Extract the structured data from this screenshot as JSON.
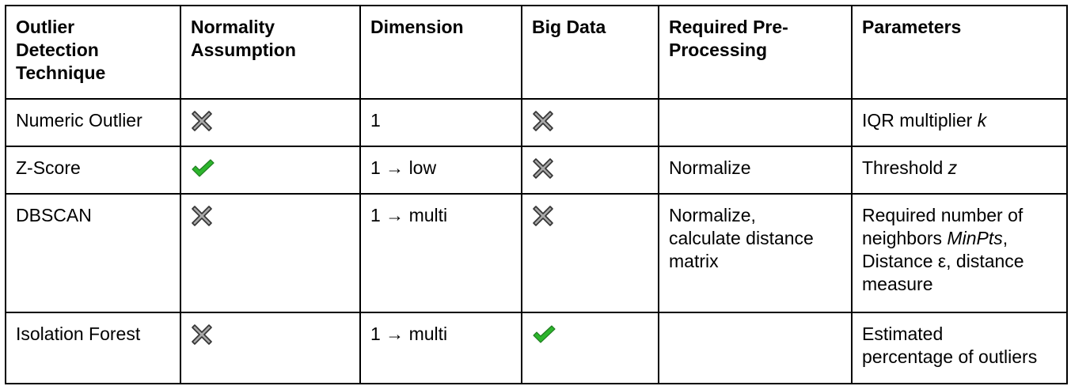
{
  "headers": [
    "Outlier Detection Technique",
    "Normality Assumption",
    "Dimension",
    "Big Data",
    "Required Pre-Processing",
    "Parameters"
  ],
  "header_lines": {
    "technique": [
      "Outlier",
      "Detection",
      "Technique"
    ],
    "normality": [
      "Normality",
      "Assumption"
    ],
    "dimension": [
      "Dimension"
    ],
    "bigdata": [
      "Big Data"
    ],
    "preprocessing": [
      "Required Pre-",
      "Processing"
    ],
    "parameters": [
      "Parameters"
    ]
  },
  "rows": [
    {
      "technique": "Numeric Outlier",
      "normality": "cross-icon",
      "dimension": "1",
      "bigdata": "cross-icon",
      "preprocessing": "",
      "parameters_text": "IQR multiplier ",
      "parameters_var": "k"
    },
    {
      "technique": "Z-Score",
      "normality": "check-icon",
      "dimension": "1 → low",
      "bigdata": "cross-icon",
      "preprocessing": "Normalize",
      "parameters_text": "Threshold ",
      "parameters_var": "z"
    },
    {
      "technique": "DBSCAN",
      "normality": "cross-icon",
      "dimension": "1 → multi",
      "bigdata": "cross-icon",
      "preprocessing_lines": [
        "Normalize,",
        "calculate distance",
        "matrix"
      ],
      "parameters_lines": [
        "Required number of",
        "neighbors ",
        "MinPts",
        ",",
        "Distance ",
        "ε",
        ", distance",
        "measure"
      ]
    },
    {
      "technique": "Isolation Forest",
      "normality": "cross-icon",
      "dimension": "1 → multi",
      "bigdata": "check-icon",
      "preprocessing": "",
      "parameters_lines": [
        "Estimated",
        "percentage of outliers"
      ]
    }
  ],
  "colors": {
    "check": "#2db52d",
    "cross_fill": "#a8a8a8",
    "cross_stroke": "#333333",
    "border": "#000000"
  }
}
